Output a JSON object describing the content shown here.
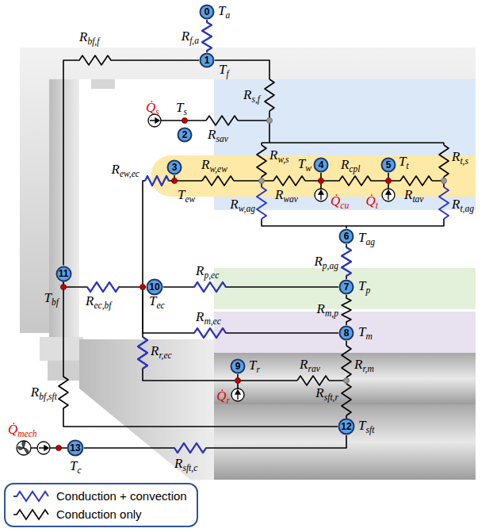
{
  "diagram": {
    "nodes": [
      {
        "text": [
          "0",
          "Ta"
        ]
      },
      {
        "text": [
          "1",
          "Tf"
        ]
      },
      {
        "text": [
          "2",
          "Ts"
        ]
      },
      {
        "text": [
          "3",
          "Tew"
        ]
      },
      {
        "text": [
          "4",
          "Tw"
        ]
      },
      {
        "text": [
          "5",
          "Tt"
        ]
      },
      {
        "text": [
          "6",
          "Tag"
        ]
      },
      {
        "text": [
          "7",
          "Tp"
        ]
      },
      {
        "text": [
          "8",
          "Tm"
        ]
      },
      {
        "text": [
          "9",
          "Tr"
        ]
      },
      {
        "text": [
          "10",
          "Tec"
        ]
      },
      {
        "text": [
          "11",
          "Tbf"
        ]
      },
      {
        "text": [
          "12",
          "Tsft"
        ]
      },
      {
        "text": [
          "13",
          "Tc"
        ]
      }
    ],
    "edges": [
      {
        "from": 0,
        "to": 1,
        "arrow": "none",
        "label": "Rf,a"
      },
      {
        "from": 4,
        "to": 5,
        "arrow": "none",
        "label": "Rcpl"
      },
      {
        "from": 6,
        "to": 7,
        "arrow": "none",
        "label": "Rp,ag"
      },
      {
        "from": 7,
        "to": 8,
        "arrow": "none",
        "label": "Rm,p"
      },
      {
        "from": 10,
        "to": 3,
        "arrow": "none",
        "label": "Rew,ec"
      },
      {
        "from": 10,
        "to": 7,
        "arrow": "none",
        "label": "Rp,ec"
      },
      {
        "from": 10,
        "to": 8,
        "arrow": "none",
        "label": "Rm,ec"
      },
      {
        "from": 10,
        "to": 9,
        "arrow": "none",
        "label": "Rr,ec"
      },
      {
        "from": 10,
        "to": 11,
        "arrow": "none",
        "label": "Rec,bf"
      },
      {
        "from": 11,
        "to": 1,
        "arrow": "none",
        "label": "Rbf,f"
      },
      {
        "from": 11,
        "to": 12,
        "arrow": "none",
        "label": "Rbf,sft"
      },
      {
        "from": 12,
        "to": 13,
        "arrow": "none",
        "label": "Rsft,c"
      }
    ],
    "labels": [
      "Rs,f",
      "Q̇s",
      "Rsav",
      "Rw,s",
      "Rt,s",
      "Rw,ew",
      "Rwav",
      "Rtav",
      "Q̇cu",
      "Q̇t",
      "Rw,ag",
      "Rt,ag",
      "Rr,m",
      "Rrav",
      "Q̇r",
      "Rsft,r",
      "Q̇mech"
    ],
    "legend": [
      {
        "text": "Conduction + convection"
      },
      {
        "text": "Conduction only"
      }
    ]
  }
}
